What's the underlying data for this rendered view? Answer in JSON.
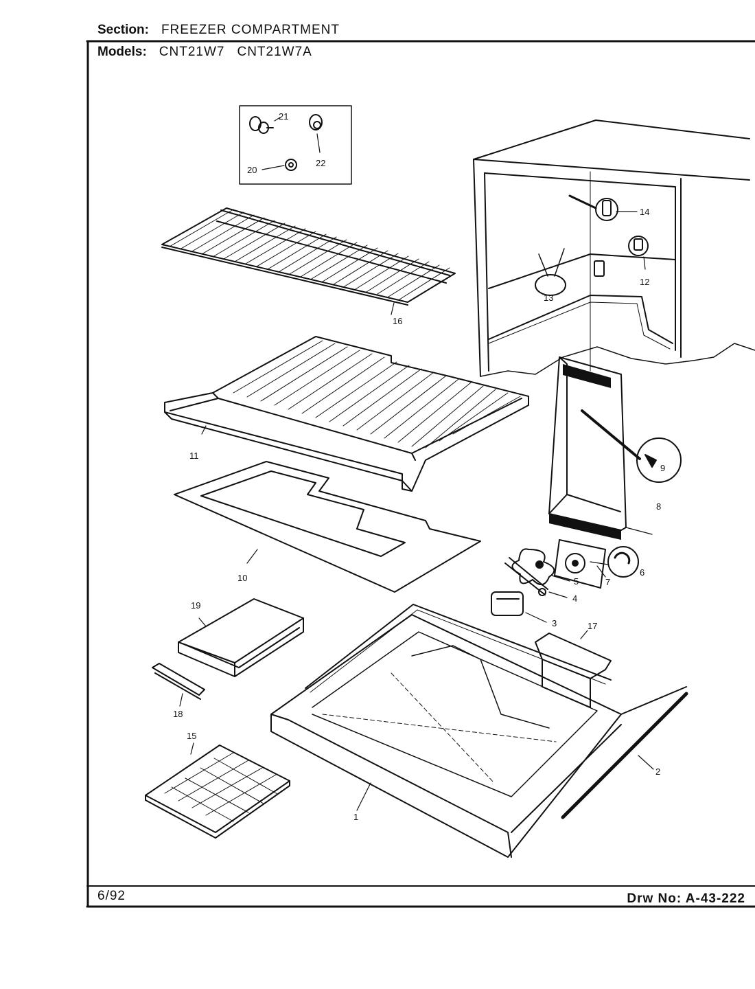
{
  "header": {
    "section_label": "Section:",
    "section_value": "FREEZER COMPARTMENT",
    "models_label": "Models:",
    "models": [
      "CNT21W7",
      "CNT21W7A"
    ]
  },
  "footer": {
    "date": "6/92",
    "drawing_number": "Drw No: A-43-222"
  },
  "callouts": [
    "1",
    "2",
    "3",
    "4",
    "5",
    "6",
    "7",
    "8",
    "9",
    "10",
    "11",
    "12",
    "13",
    "14",
    "15",
    "16",
    "17",
    "18",
    "19",
    "20",
    "21",
    "22"
  ],
  "colors": {
    "ink": "#111111",
    "paper": "#ffffff"
  }
}
